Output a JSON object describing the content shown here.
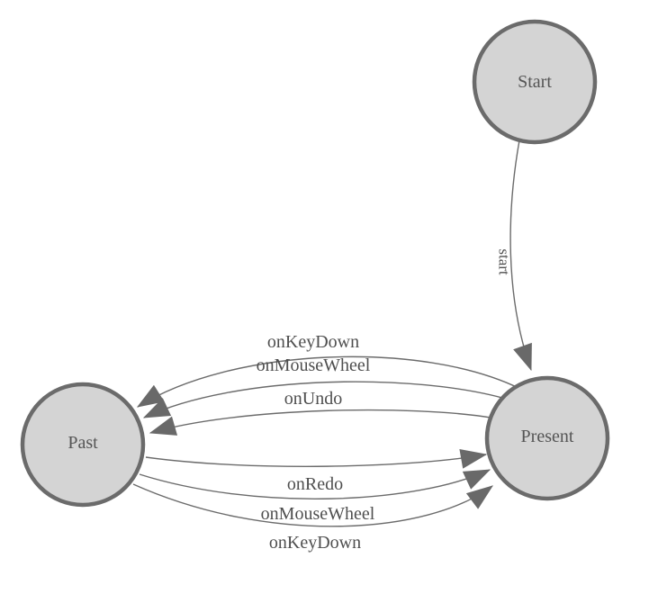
{
  "diagram": {
    "kind": "state-machine",
    "background": "#ffffff"
  },
  "colors": {
    "node_fill": "#d4d4d4",
    "node_border": "#6b6b6b",
    "node_text": "#555555",
    "edge_line": "#6b6b6b",
    "edge_text": "#4f4f4f",
    "arrow_fill": "#696969"
  },
  "nodes": [
    {
      "id": "start",
      "label": "Start"
    },
    {
      "id": "past",
      "label": "Past"
    },
    {
      "id": "present",
      "label": "Present"
    }
  ],
  "edges": [
    {
      "id": "start-transition",
      "from": "Start",
      "to": "Present",
      "label": "start"
    },
    {
      "id": "onKeyDown-to-past",
      "from": "Present",
      "to": "Past",
      "label": "onKeyDown"
    },
    {
      "id": "onMouseWheel-to-past",
      "from": "Present",
      "to": "Past",
      "label": "onMouseWheel"
    },
    {
      "id": "onUndo-to-past",
      "from": "Present",
      "to": "Past",
      "label": "onUndo"
    },
    {
      "id": "onRedo-to-present",
      "from": "Past",
      "to": "Present",
      "label": "onRedo"
    },
    {
      "id": "onMouseWheel-to-present",
      "from": "Past",
      "to": "Present",
      "label": "onMouseWheel"
    },
    {
      "id": "onKeyDown-to-present",
      "from": "Past",
      "to": "Present",
      "label": "onKeyDown"
    }
  ]
}
